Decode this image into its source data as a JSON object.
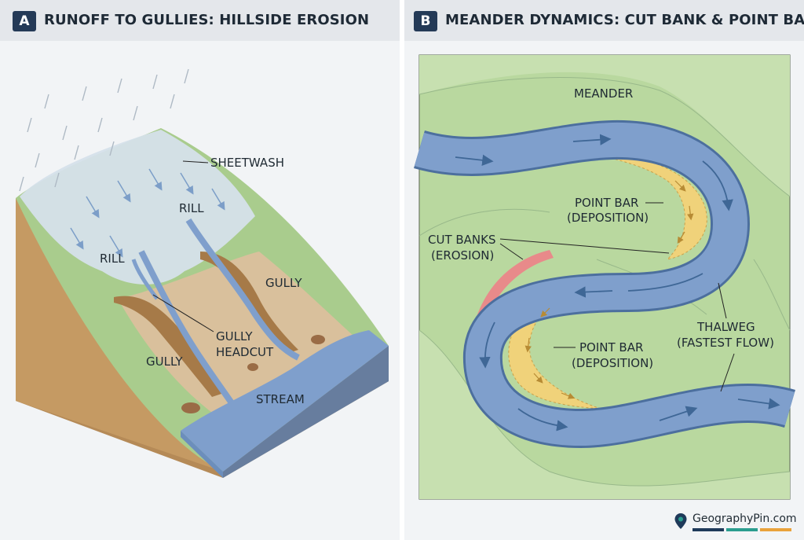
{
  "panels": {
    "a": {
      "badge": "A",
      "title": "RUNOFF TO GULLIES: HILLSIDE EROSION"
    },
    "b": {
      "badge": "B",
      "title": "MEANDER DYNAMICS: CUT BANK & POINT BAR"
    }
  },
  "labels_a": {
    "sheetwash": "SHEETWASH",
    "rill_top": "RILL",
    "rill_left": "RILL",
    "gully_right": "GULLY",
    "gully_headcut_1": "GULLY",
    "gully_headcut_2": "HEADCUT",
    "gully_left": "GULLY",
    "stream": "STREAM"
  },
  "labels_b": {
    "meander": "MEANDER",
    "point_bar_top_1": "POINT BAR",
    "point_bar_top_2": "(DEPOSITION)",
    "cut_banks_1": "CUT BANKS",
    "cut_banks_2": "(EROSION)",
    "point_bar_bottom_1": "POINT BAR",
    "point_bar_bottom_2": "(DEPOSITION)",
    "thalweg_1": "THALWEG",
    "thalweg_2": "(FASTEST FLOW)"
  },
  "brand": {
    "name": "GeographyPin.com",
    "icon": "map-pin-icon",
    "bar_colors": [
      "#1f3a5a",
      "#2a9d8f",
      "#e9a23b"
    ]
  },
  "colors": {
    "water": "#7f9fcc",
    "water_edge": "#4c6f9e",
    "soil": "#d9c09c",
    "grass": "#a9cc8d",
    "point_bar": "#f0d27a",
    "cut_bank": "#e88a8a"
  }
}
